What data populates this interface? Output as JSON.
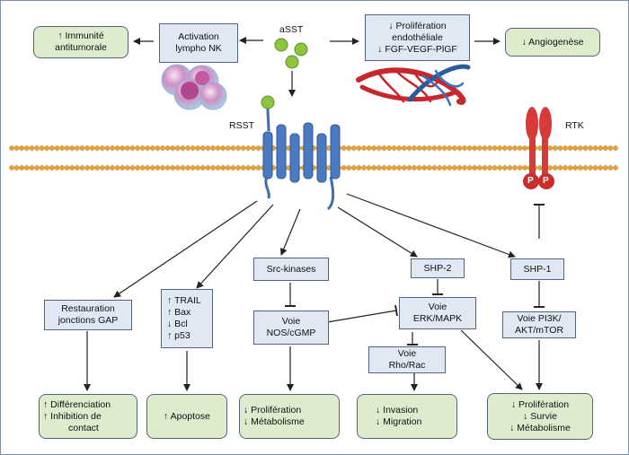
{
  "labels": {
    "assT": "aSST",
    "rsst": "RSST",
    "rtk": "RTK",
    "p1": "P",
    "p2": "P"
  },
  "immunity": {
    "l1": "↑ Immunité",
    "l2": "antitumorale"
  },
  "nk": {
    "l1": "Activation",
    "l2": "lympho NK"
  },
  "prolif_endo": {
    "l1": "↓ Prolifération",
    "l2": "endothéliale",
    "l3": "↓ FGF-VEGF-PlGF"
  },
  "angio": "↓ Angiogenèse",
  "gap": {
    "l1": "Restauration",
    "l2": "jonctions GAP"
  },
  "apopt_markers": [
    "↑ TRAIL",
    "↑ Bax",
    "↓ Bcl",
    "↑ p53"
  ],
  "src": "Src-kinases",
  "nos": {
    "l1": "Voie",
    "l2": "NOS/cGMP"
  },
  "shp2": "SHP-2",
  "erk": {
    "l1": "Voie",
    "l2": "ERK/MAPK"
  },
  "rho": {
    "l1": "Voie",
    "l2": "Rho/Rac"
  },
  "shp1": "SHP-1",
  "pi3k": {
    "l1": "Voie PI3K/",
    "l2": "AKT/mTOR"
  },
  "out_diff": {
    "l1": "↑ Différenciation",
    "l2": "↑ Inhibition de",
    "l3": "contact"
  },
  "out_apopt": "↑ Apoptose",
  "out_prolif1": {
    "l1": "↓ Prolifération",
    "l2": "↓ Métabolisme"
  },
  "out_inv": {
    "l1": "↓ Invasion",
    "l2": "↓ Migration"
  },
  "out_prolif2": {
    "l1": "↓ Prolifération",
    "l2": "↓ Survie",
    "l3": "↓ Métabolisme"
  },
  "colors": {
    "box_blue": "#dfe8f3",
    "box_green": "#ddeccd",
    "membrane": "#e6a23a",
    "receptor": "#3f6db0",
    "rtk": "#d63b3a",
    "ligand": "#8cc63f"
  }
}
